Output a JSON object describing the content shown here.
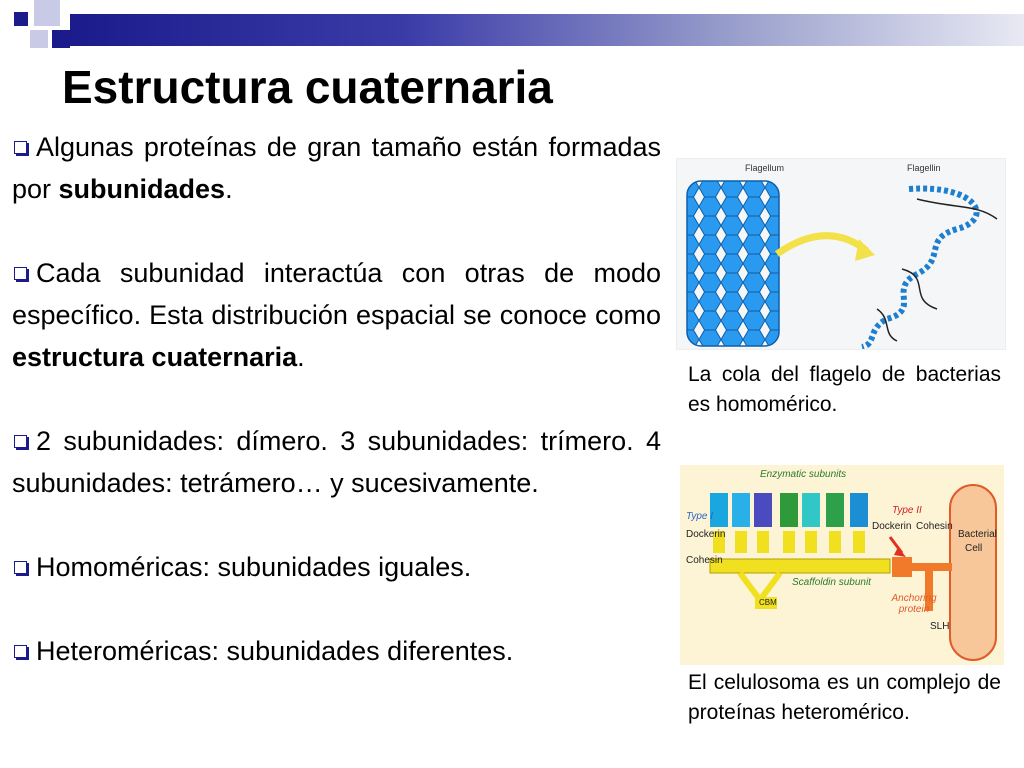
{
  "slide": {
    "title": "Estructura cuaternaria",
    "paragraphs": [
      {
        "segments": [
          {
            "text": "Algunas proteínas de gran tamaño están formadas por ",
            "bold": false
          },
          {
            "text": "subunidades",
            "bold": true
          },
          {
            "text": ".",
            "bold": false
          }
        ]
      },
      {
        "segments": [
          {
            "text": "Cada subunidad interactúa con otras de modo específico. Esta distribución espacial se conoce como ",
            "bold": false
          },
          {
            "text": "estructura cuaternaria",
            "bold": true
          },
          {
            "text": ".",
            "bold": false
          }
        ]
      },
      {
        "segments": [
          {
            "text": "2 subunidades: dímero. 3 subunidades: trímero. 4 subunidades: tetrámero… y sucesivamente.",
            "bold": false
          }
        ]
      },
      {
        "segments": [
          {
            "text": "Homoméricas: subunidades iguales.",
            "bold": false
          }
        ]
      },
      {
        "segments": [
          {
            "text": "Heteroméricas: subunidades diferentes.",
            "bold": false
          }
        ]
      }
    ],
    "figure1": {
      "labels": {
        "flagellum": "Flagellum",
        "flagellin": "Flagellin"
      },
      "caption": "La cola del flagelo de bacterias es homomérico."
    },
    "figure2": {
      "labels": {
        "enzymatic": "Enzymatic subunits",
        "type1": "Type I",
        "type2": "Type II",
        "dockerin1": "Dockerin",
        "cohesin1": "Cohesin",
        "dockerin2": "Dockerin",
        "cohesin2": "Cohesin",
        "scaffoldin": "Scaffoldin subunit",
        "cbm": "CBM",
        "anchoring": "Anchoring protein",
        "slh": "SLH",
        "bacterial": "Bacterial",
        "cell": "Cell"
      },
      "caption": "El celulosoma es un complejo de proteínas heteromérico."
    },
    "colors": {
      "accent": "#1b1b8c",
      "figure2_bg": "#fdf4d6",
      "flagellum_blue": "#1e90e8"
    }
  }
}
